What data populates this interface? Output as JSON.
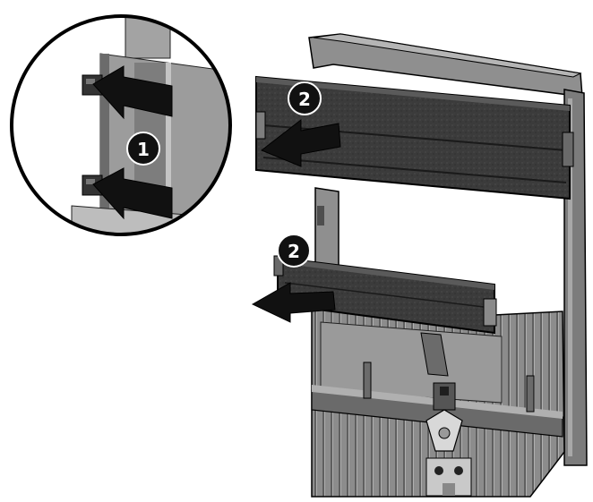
{
  "diagram": {
    "step_markers": {
      "first": "1",
      "second_upper": "2",
      "second_lower": "2"
    },
    "colors": {
      "frame": "#8f8f8f",
      "frame_dark": "#5d5d5d",
      "frame_light": "#b5b5b5",
      "blank_panel": "#3b3b3b",
      "arrow": "#111111",
      "badge": "#111111",
      "outline": "#000000"
    },
    "icons": [
      "arrow-left-icon",
      "step-badge-icon"
    ]
  }
}
